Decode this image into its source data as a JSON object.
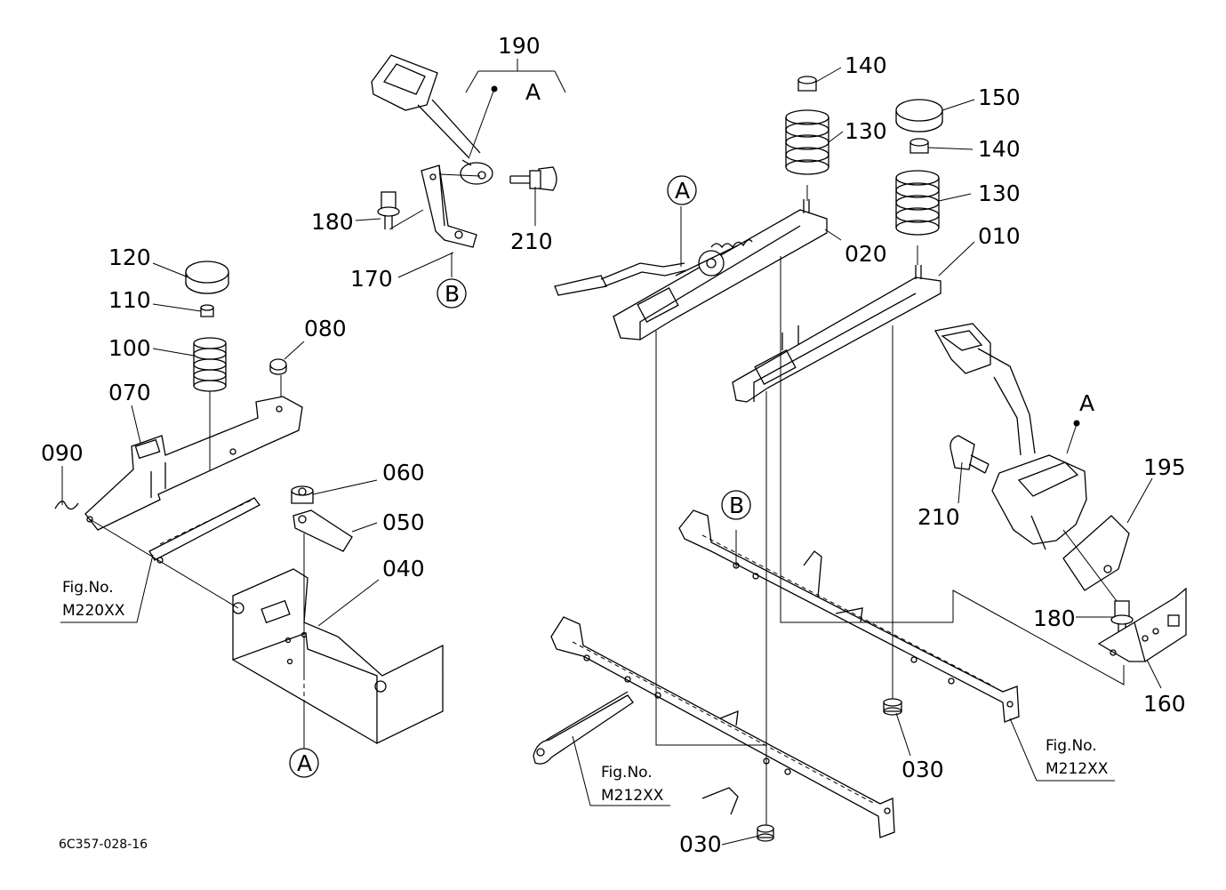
{
  "callouts": {
    "p190": "190",
    "p180a": "180",
    "p170": "170",
    "p210a": "210",
    "p120": "120",
    "p110": "110",
    "p100": "100",
    "p080": "080",
    "p070": "070",
    "p090": "090",
    "p060": "060",
    "p050": "050",
    "p040": "040",
    "p140a": "140",
    "p130a": "130",
    "p150": "150",
    "p140b": "140",
    "p130b": "130",
    "p020": "020",
    "p010": "010",
    "p195": "195",
    "p210b": "210",
    "p180b": "180",
    "p160": "160",
    "p030a": "030",
    "p030b": "030"
  },
  "refs": {
    "a_top": "A",
    "a_circle_rail": "A",
    "a_circle_bottom": "A",
    "a_belt": "A",
    "b_circle_bracket": "B",
    "b_circle_rail": "B"
  },
  "fig_refs": {
    "left": {
      "line1": "Fig.No.",
      "line2": "M220XX"
    },
    "center": {
      "line1": "Fig.No.",
      "line2": "M212XX"
    },
    "right": {
      "line1": "Fig.No.",
      "line2": "M212XX"
    }
  },
  "drawing_code": "6C357-028-16"
}
